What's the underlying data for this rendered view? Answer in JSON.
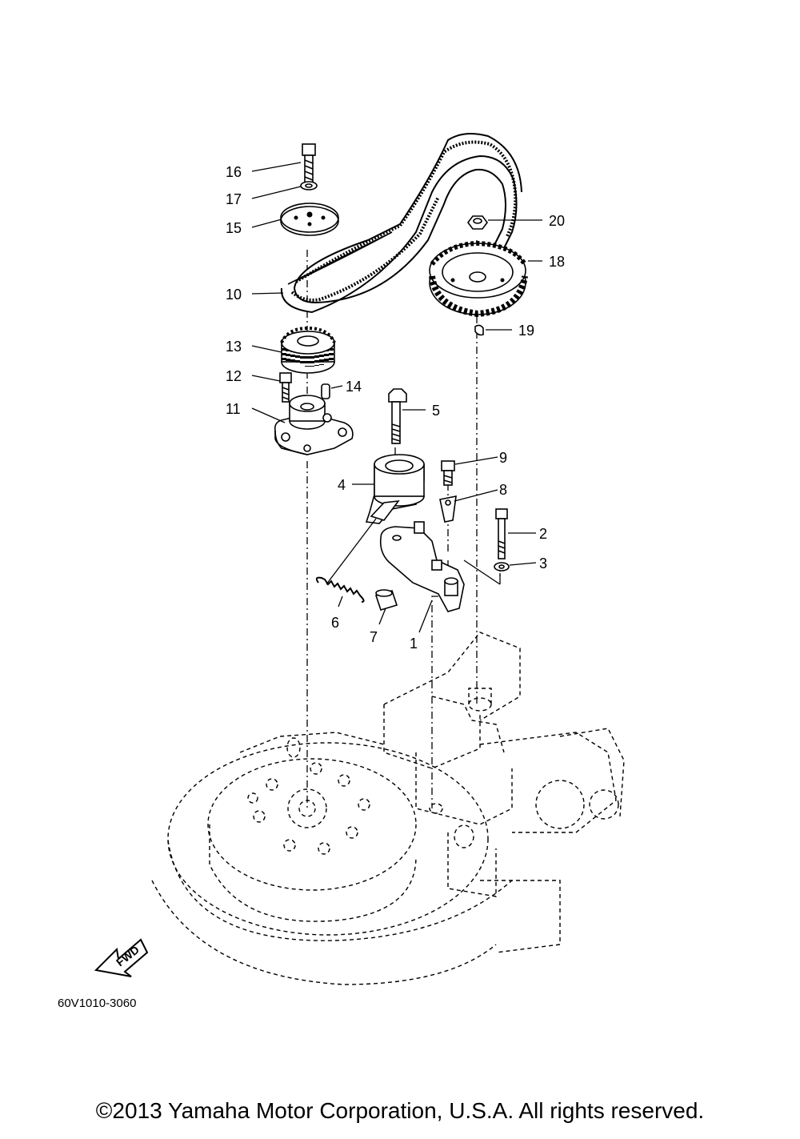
{
  "callouts": [
    {
      "num": "16"
    },
    {
      "num": "17"
    },
    {
      "num": "15"
    },
    {
      "num": "10"
    },
    {
      "num": "20"
    },
    {
      "num": "18"
    },
    {
      "num": "19"
    },
    {
      "num": "13"
    },
    {
      "num": "12"
    },
    {
      "num": "14"
    },
    {
      "num": "11"
    },
    {
      "num": "5"
    },
    {
      "num": "4"
    },
    {
      "num": "9"
    },
    {
      "num": "8"
    },
    {
      "num": "2"
    },
    {
      "num": "3"
    },
    {
      "num": "6"
    },
    {
      "num": "7"
    },
    {
      "num": "1"
    }
  ],
  "fwd_label": "FWD",
  "drawing_code": "60V1010-3060",
  "copyright": "©2013 Yamaha Motor Corporation, U.S.A. All rights reserved."
}
